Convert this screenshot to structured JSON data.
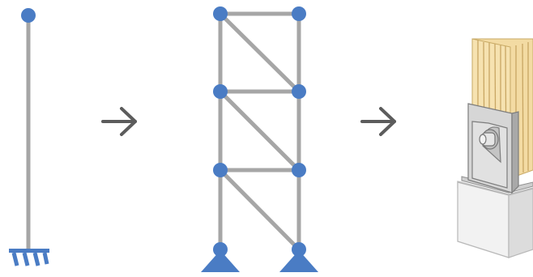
{
  "diagram": {
    "stages": [
      {
        "name": "cantilever-column",
        "support": "fixed"
      },
      {
        "name": "braced-frame",
        "levels": 3,
        "support": "pinned"
      },
      {
        "name": "timber-post-base-connection"
      }
    ],
    "arrows": 2
  },
  "colors": {
    "member": "#a6a6a6",
    "node": "#4a7cc4",
    "support": "#4a7cc4",
    "arrow": "#5c5c5c",
    "timber": "#f2d9a0",
    "timber_grain": "#c8a663",
    "steel": "#c9c9c9",
    "concrete": "#eeeeee"
  }
}
